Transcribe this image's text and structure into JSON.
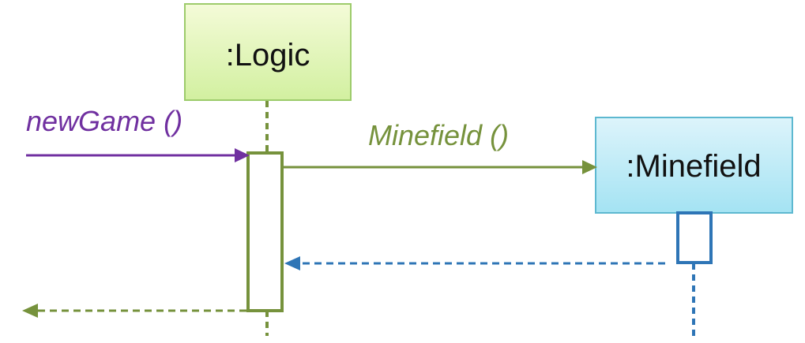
{
  "diagram": {
    "objects": [
      {
        "id": "logic",
        "label": ":Logic"
      },
      {
        "id": "minefield",
        "label": ":Minefield"
      }
    ],
    "messages": [
      {
        "label": "newGame ()",
        "from": "actor",
        "to": "logic",
        "kind": "call"
      },
      {
        "label": "Minefield ()",
        "from": "logic",
        "to": "minefield",
        "kind": "create"
      },
      {
        "label": "",
        "from": "minefield",
        "to": "logic",
        "kind": "return"
      },
      {
        "label": "",
        "from": "logic",
        "to": "actor",
        "kind": "return"
      }
    ]
  },
  "colors": {
    "logic_fill_top": "#f4fbd8",
    "logic_fill_bottom": "#d2f0a0",
    "logic_stroke": "#9dcb6b",
    "minefield_fill_top": "#ddf4fb",
    "minefield_fill_bottom": "#a4e3f3",
    "minefield_stroke": "#5db8d0",
    "purple": "#7030a0",
    "green": "#76923c",
    "blue": "#2e75b6"
  }
}
